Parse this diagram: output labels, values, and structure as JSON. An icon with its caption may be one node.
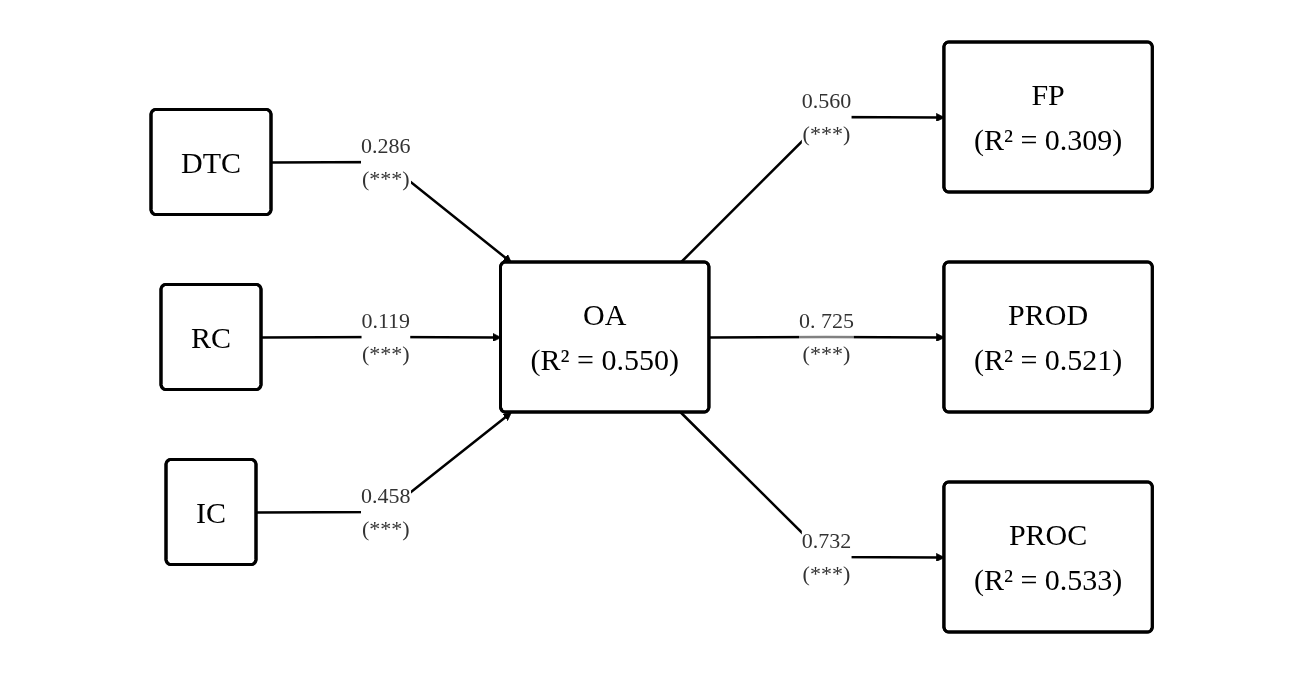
{
  "diagram": {
    "nodes": [
      {
        "text": [
          "DTC"
        ]
      },
      {
        "text": [
          "RC"
        ]
      },
      {
        "text": [
          "IC"
        ]
      },
      {
        "text": [
          "OA",
          "(R² = 0.550)"
        ]
      },
      {
        "text": [
          "FP",
          "(R² = 0.309)"
        ]
      },
      {
        "text": [
          "PROD",
          "(R² = 0.521)"
        ]
      },
      {
        "text": [
          "PROC",
          "(R² = 0.533)"
        ]
      }
    ],
    "edges": [
      {
        "from": 0,
        "to": 3,
        "arrow": "to",
        "label": "0.286 (***)"
      },
      {
        "from": 1,
        "to": 3,
        "arrow": "to",
        "label": "0.119 (***)"
      },
      {
        "from": 2,
        "to": 3,
        "arrow": "to",
        "label": "0.458 (***)"
      },
      {
        "from": 3,
        "to": 4,
        "arrow": "to",
        "label": "0.560 (***)"
      },
      {
        "from": 3,
        "to": 5,
        "arrow": "to",
        "label": "0. 725 (***)"
      },
      {
        "from": 3,
        "to": 6,
        "arrow": "to",
        "label": "0.732 (***)"
      }
    ]
  }
}
